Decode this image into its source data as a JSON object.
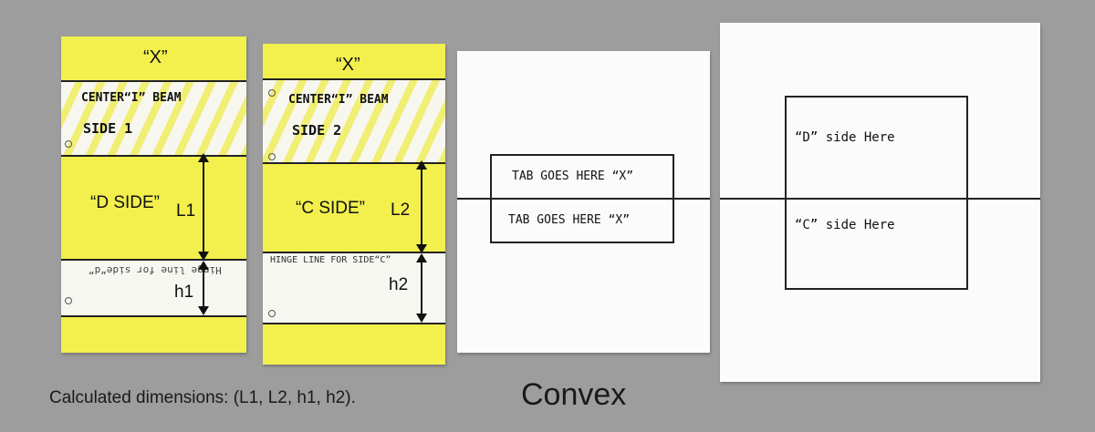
{
  "cards": {
    "card1": {
      "tab_label": "“X”",
      "beam_line1": "CENTER“I” BEAM",
      "beam_line2": "SIDE 1",
      "side_label": "“D SIDE”",
      "length_label": "L1",
      "hinge_label": "Hinge line for side“d”",
      "hinge_dim": "h1"
    },
    "card2": {
      "tab_label": "“X”",
      "beam_line1": "CENTER“I” BEAM",
      "beam_line2": "SIDE 2",
      "side_label": "“C SIDE”",
      "length_label": "L2",
      "hinge_label": "HINGE LINE FOR SIDE“C”",
      "hinge_dim": "h2"
    },
    "card3": {
      "tab_top": "TAB GOES HERE “X”",
      "tab_bottom": "TAB GOES HERE “X”"
    },
    "card4": {
      "d_side": "“D” side Here",
      "c_side": "“C” side Here"
    }
  },
  "caption": "Calculated dimensions: (L1, L2, h1, h2).",
  "title": "Convex",
  "colors": {
    "background": "#9d9d9d",
    "yellow": "#f3f04e",
    "paper": "#fbfbfb"
  }
}
